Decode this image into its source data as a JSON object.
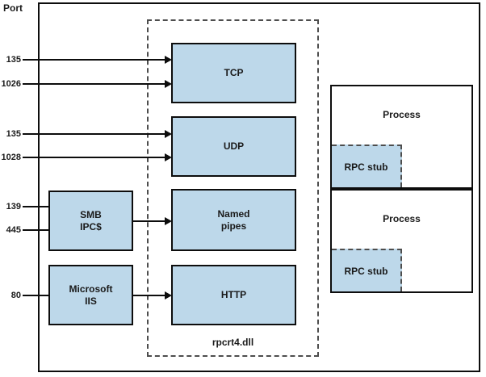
{
  "diagram": {
    "port_axis_label": "Port",
    "dll_label": "rpcrt4.dll",
    "colors": {
      "box_fill": "#bdd8ea",
      "line": "#0d0d0d",
      "dashed_border": "#4d4d4d",
      "background": "#ffffff"
    },
    "ports": [
      {
        "label": "135"
      },
      {
        "label": "1026"
      },
      {
        "label": "135"
      },
      {
        "label": "1028"
      },
      {
        "label": "139"
      },
      {
        "label": "445"
      },
      {
        "label": "80"
      }
    ],
    "protocols": [
      {
        "label": "TCP"
      },
      {
        "label": "UDP"
      },
      {
        "label": "Named\npipes"
      },
      {
        "label": "HTTP"
      }
    ],
    "services": [
      {
        "label": "SMB\nIPC$"
      },
      {
        "label": "Microsoft\nIIS"
      }
    ],
    "processes": [
      {
        "label": "Process",
        "stub_label": "RPC stub"
      },
      {
        "label": "Process",
        "stub_label": "RPC stub"
      }
    ]
  }
}
